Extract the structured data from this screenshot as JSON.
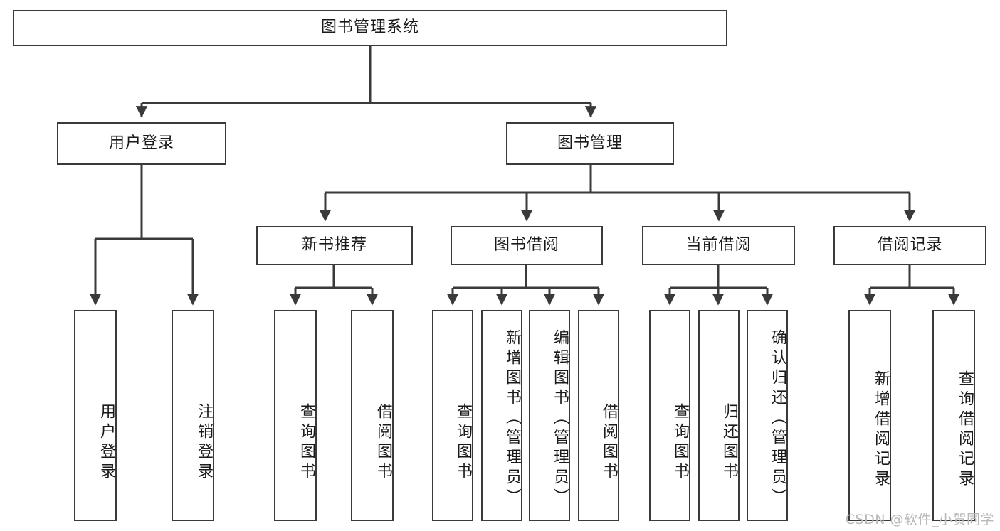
{
  "diagram": {
    "title": "图书管理系统",
    "type": "hierarchy-tree",
    "colors": {
      "background": "#ffffff",
      "stroke": "#3a3a3a",
      "text": "#1a1a1a",
      "watermark": "#b9b9b9"
    },
    "root": {
      "label": "图书管理系统"
    },
    "level2": [
      {
        "label": "用户登录"
      },
      {
        "label": "图书管理"
      }
    ],
    "level3": [
      {
        "label": "新书推荐"
      },
      {
        "label": "图书借阅"
      },
      {
        "label": "当前借阅"
      },
      {
        "label": "借阅记录"
      }
    ],
    "leaves": {
      "user_login": [
        {
          "label": "用户登录"
        },
        {
          "label": "注销登录"
        }
      ],
      "new_book": [
        {
          "label": "查询图书"
        },
        {
          "label": "借阅图书"
        }
      ],
      "book_borrow": [
        {
          "label": "查询图书"
        },
        {
          "label": "新增图书（管理员）"
        },
        {
          "label": "编辑图书（管理员）"
        },
        {
          "label": "借阅图书"
        }
      ],
      "current_borrow": [
        {
          "label": "查询图书"
        },
        {
          "label": "归还图书"
        },
        {
          "label": "确认归还（管理员）"
        }
      ],
      "borrow_record": [
        {
          "label": "新增借阅记录"
        },
        {
          "label": "查询借阅记录"
        }
      ]
    }
  },
  "watermark": {
    "text": "CSDN @软件_小贺同学"
  }
}
